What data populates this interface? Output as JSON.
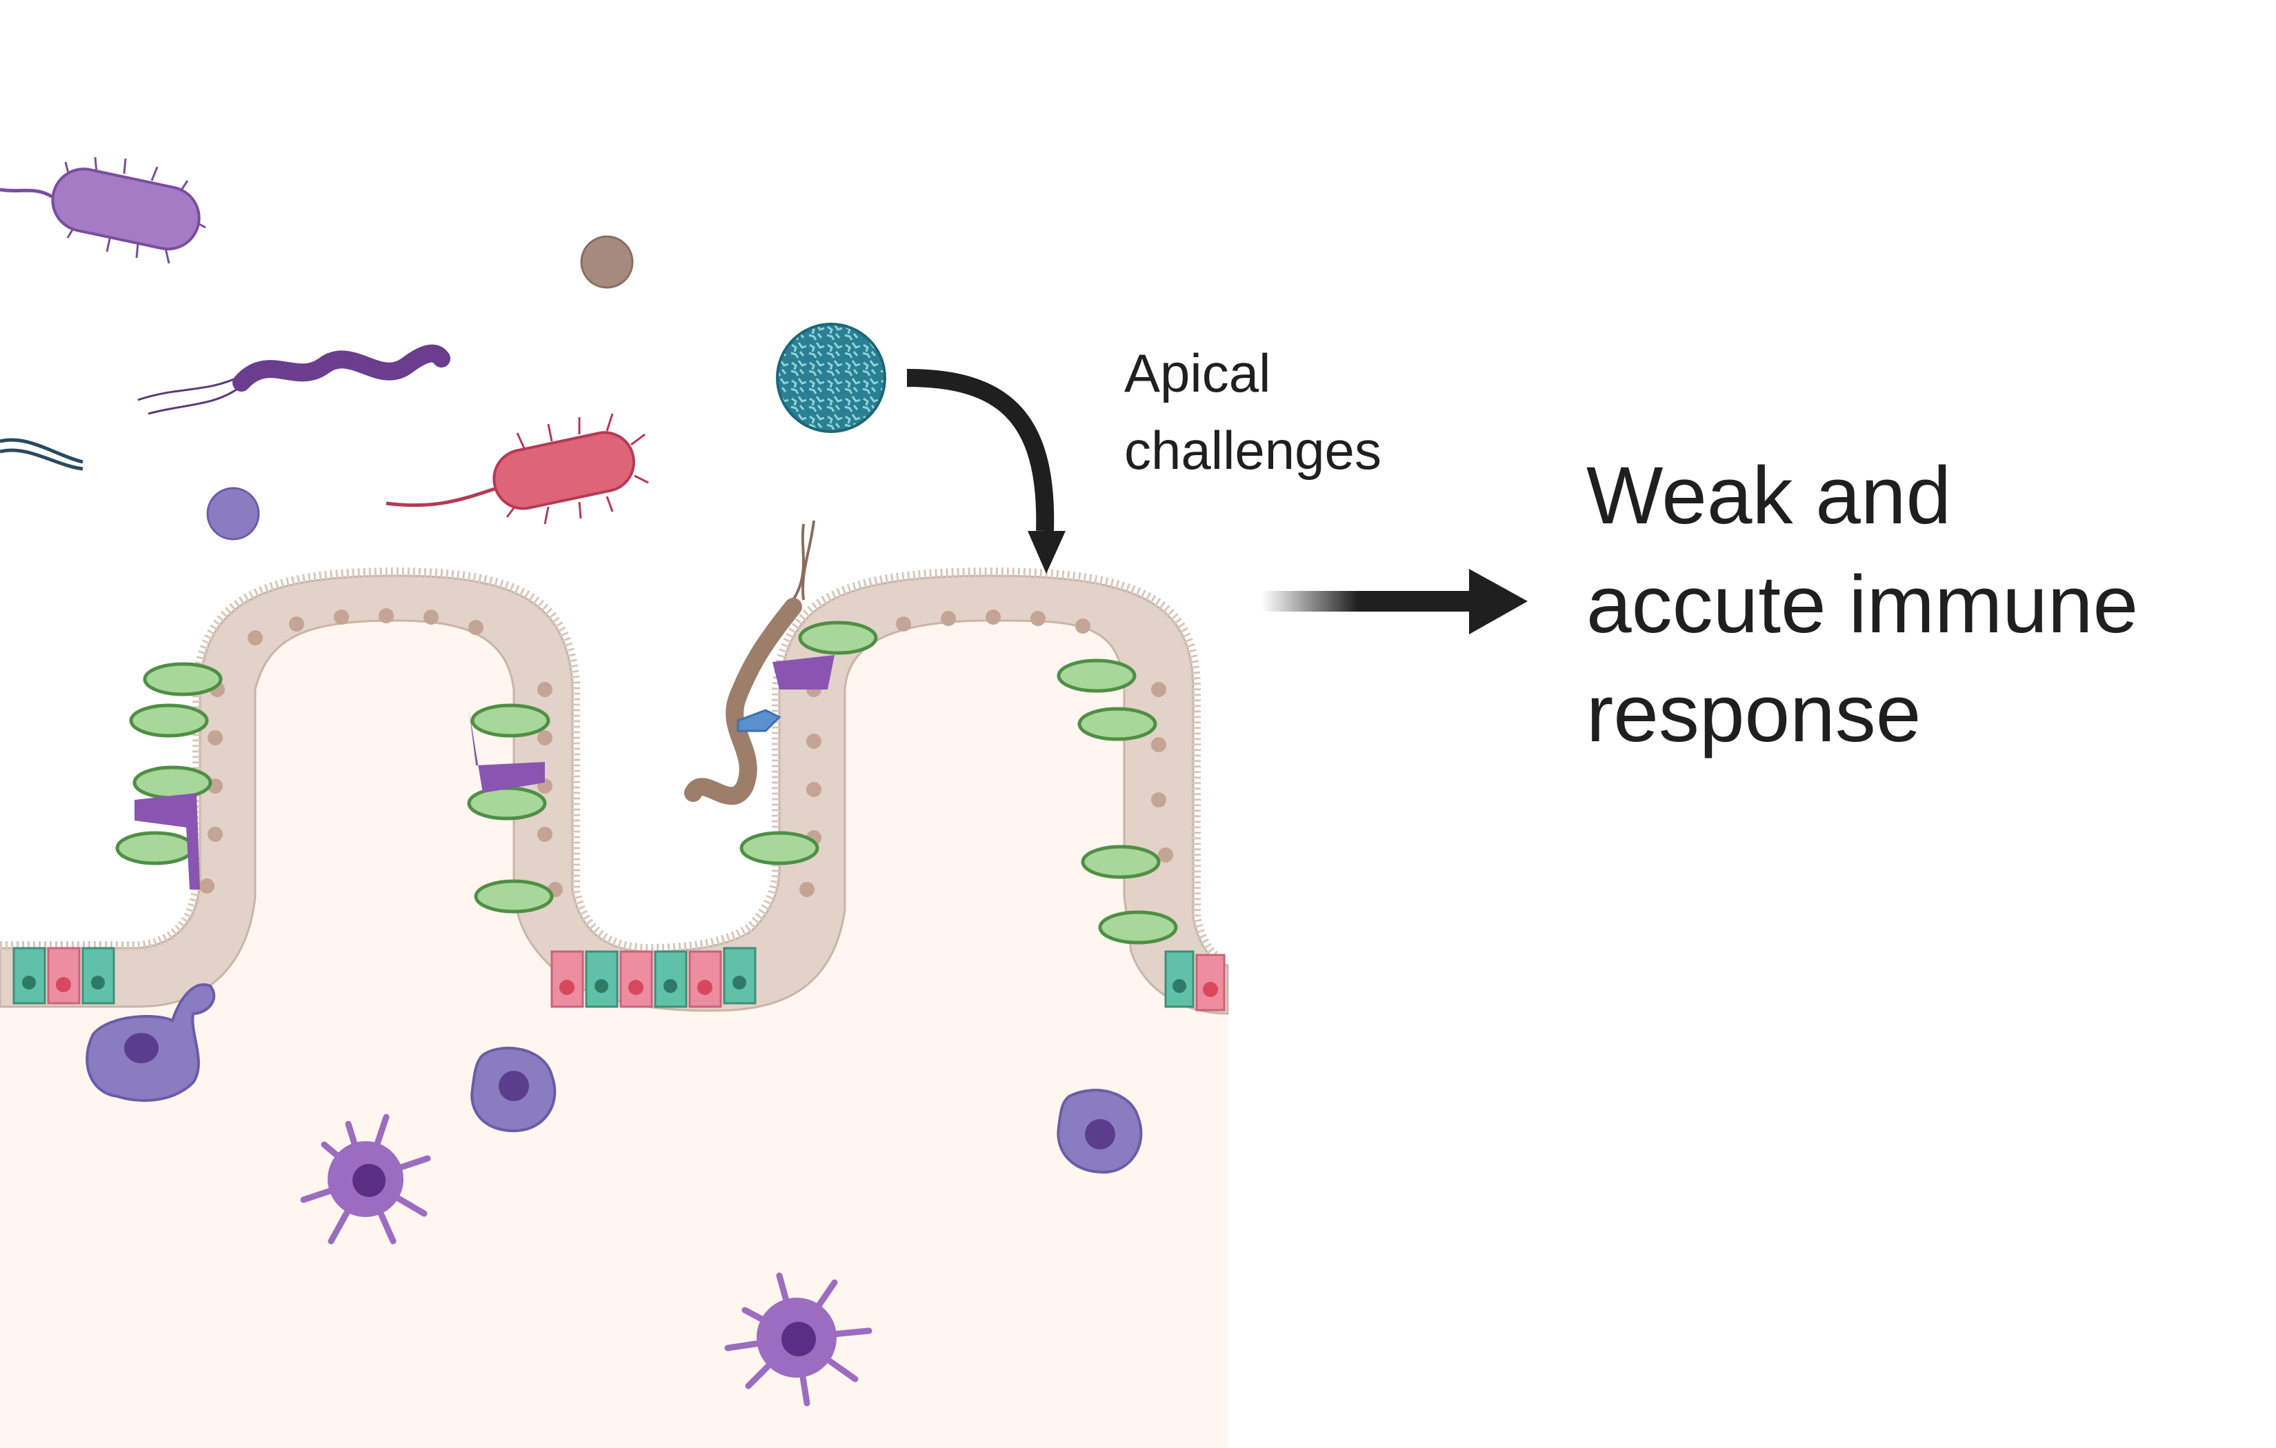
{
  "labels": {
    "apical_challenges": [
      "Apical",
      "challenges"
    ],
    "response": [
      "Weak and",
      "accute immune",
      "response"
    ]
  },
  "colors": {
    "lamina_propria": "#fff6ef",
    "enterocyte": "#e2d2c8",
    "enterocyte_nucleus": "#c4a595",
    "goblet_cell": "#6aa95a",
    "tuft_cell": "#8a55b0",
    "paneth_cell": "#ec8da0",
    "stem_cell": "#5fc1a8",
    "immune_cell": "#8a7cc0",
    "dendritic_cell": "#9b6cc0",
    "arrow": "#1f1f1f"
  },
  "icons": {
    "microbes": [
      "rod-bacterium-purple-icon",
      "spirochete-icon",
      "rod-bacterium-red-icon",
      "virus-particle-icon",
      "coccus-brown-icon",
      "coccus-purple-icon",
      "helminth-worm-icon",
      "flagella-fragment-icon"
    ],
    "immune": [
      "macrophage-icon",
      "dendritic-cell-icon",
      "monocyte-icon"
    ]
  }
}
